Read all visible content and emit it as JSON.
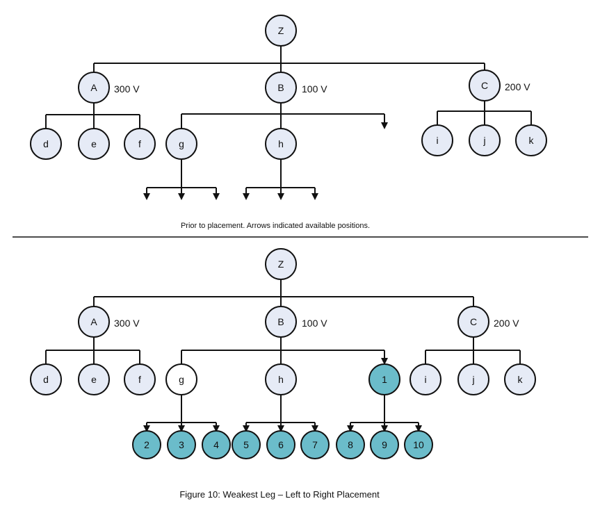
{
  "colors": {
    "node_fill": "#e6ebf6",
    "placed_fill": "#6bbcca",
    "empty_fill": "#ffffff",
    "stroke": "#111111"
  },
  "top": {
    "caption": "Prior to placement. Arrows indicated available positions.",
    "nodes": {
      "Z": "Z",
      "A": "A",
      "B": "B",
      "C": "C",
      "d": "d",
      "e": "e",
      "f": "f",
      "g": "g",
      "h": "h",
      "i": "i",
      "j": "j",
      "k": "k"
    },
    "volts": {
      "A": "300 V",
      "B": "100 V",
      "C": "200 V"
    }
  },
  "bottom": {
    "nodes": {
      "Z": "Z",
      "A": "A",
      "B": "B",
      "C": "C",
      "d": "d",
      "e": "e",
      "f": "f",
      "g": "g",
      "h": "h",
      "n1": "1",
      "i": "i",
      "j": "j",
      "k": "k",
      "n2": "2",
      "n3": "3",
      "n4": "4",
      "n5": "5",
      "n6": "6",
      "n7": "7",
      "n8": "8",
      "n9": "9",
      "n10": "10"
    },
    "volts": {
      "A": "300 V",
      "B": "100 V",
      "C": "200 V"
    }
  },
  "figure_caption": "Figure 10: Weakest Leg – Left to Right Placement"
}
